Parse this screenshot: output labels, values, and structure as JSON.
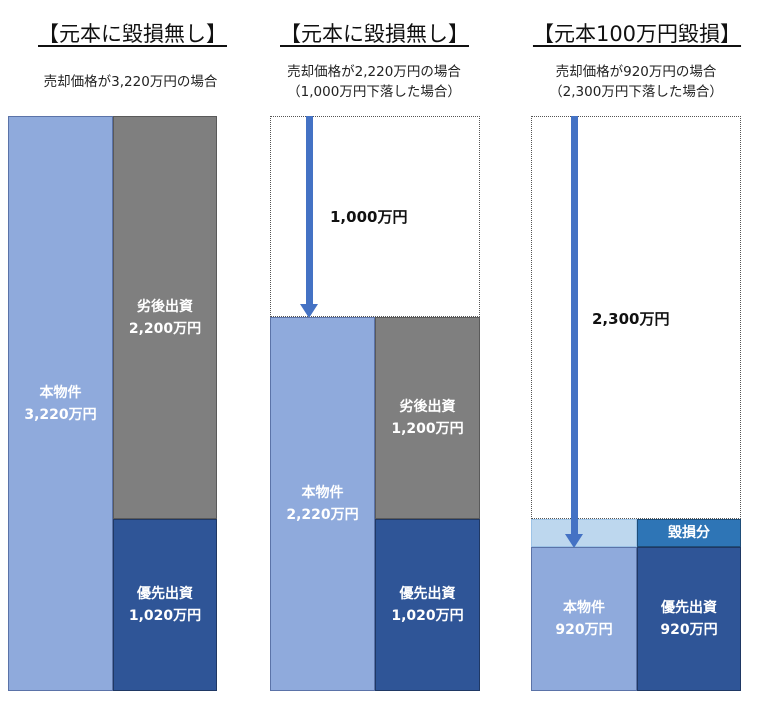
{
  "scenario1": {
    "title": "【元本に毀損無し】",
    "subtitle_line1": "売却価格が3,220万円の場合",
    "property": {
      "label": "本物件",
      "amount": "3,220万円"
    },
    "subordinate": {
      "label": "劣後出資",
      "amount": "2,200万円"
    },
    "senior": {
      "label": "優先出資",
      "amount": "1,020万円"
    }
  },
  "scenario2": {
    "title": "【元本に毀損無し】",
    "subtitle_line1": "売却価格が2,220万円の場合",
    "subtitle_line2": "（1,000万円下落した場合）",
    "drop": "1,000万円",
    "property": {
      "label": "本物件",
      "amount": "2,220万円"
    },
    "subordinate": {
      "label": "劣後出資",
      "amount": "1,200万円"
    },
    "senior": {
      "label": "優先出資",
      "amount": "1,020万円"
    }
  },
  "scenario3": {
    "title": "【元本100万円毀損】",
    "subtitle_line1": "売却価格が920万円の場合",
    "subtitle_line2": "（2,300万円下落した場合）",
    "drop": "2,300万円",
    "loss_label": "毀損分",
    "property": {
      "label": "本物件",
      "amount": "920万円"
    },
    "senior": {
      "label": "優先出資",
      "amount": "920万円"
    }
  },
  "colors": {
    "property": "#8faadc",
    "subordinate": "#7f7f7f",
    "senior": "#2f5597",
    "loss": "#2e75b6",
    "loss_pale": "#bdd7ee",
    "arrow": "#4472c4"
  }
}
